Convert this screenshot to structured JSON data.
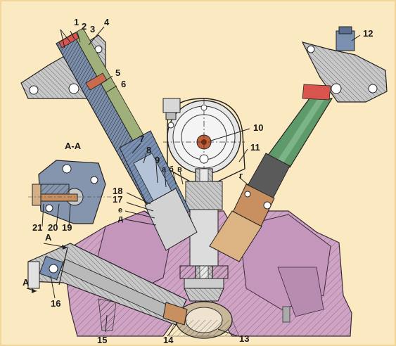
{
  "diagram": {
    "section_title": "А-А",
    "section_marker": "А",
    "colors": {
      "background": "#fbe9c2",
      "engine_body": "#cfa3c4",
      "engine_body_dark": "#b07ea6",
      "metal": "#d9d9d9",
      "metal_dark": "#9a9a9a",
      "steel_blue": "#6c84a6",
      "green_tube": "#5f9a6b",
      "bronze": "#c89060",
      "red_band": "#d9534f"
    },
    "callouts": {
      "c1": "1",
      "c2": "2",
      "c3": "3",
      "c4": "4",
      "c5": "5",
      "c6": "6",
      "c7": "7",
      "c8": "8",
      "c9": "9",
      "c10": "10",
      "c11": "11",
      "c12": "12",
      "c13": "13",
      "c14": "14",
      "c15": "15",
      "c16": "16",
      "c17": "17",
      "c18": "18",
      "c19": "19",
      "c20": "20",
      "c21": "21",
      "ca": "а",
      "cb": "б",
      "cv": "в",
      "cg": "г",
      "cd": "д",
      "ce": "е"
    }
  }
}
